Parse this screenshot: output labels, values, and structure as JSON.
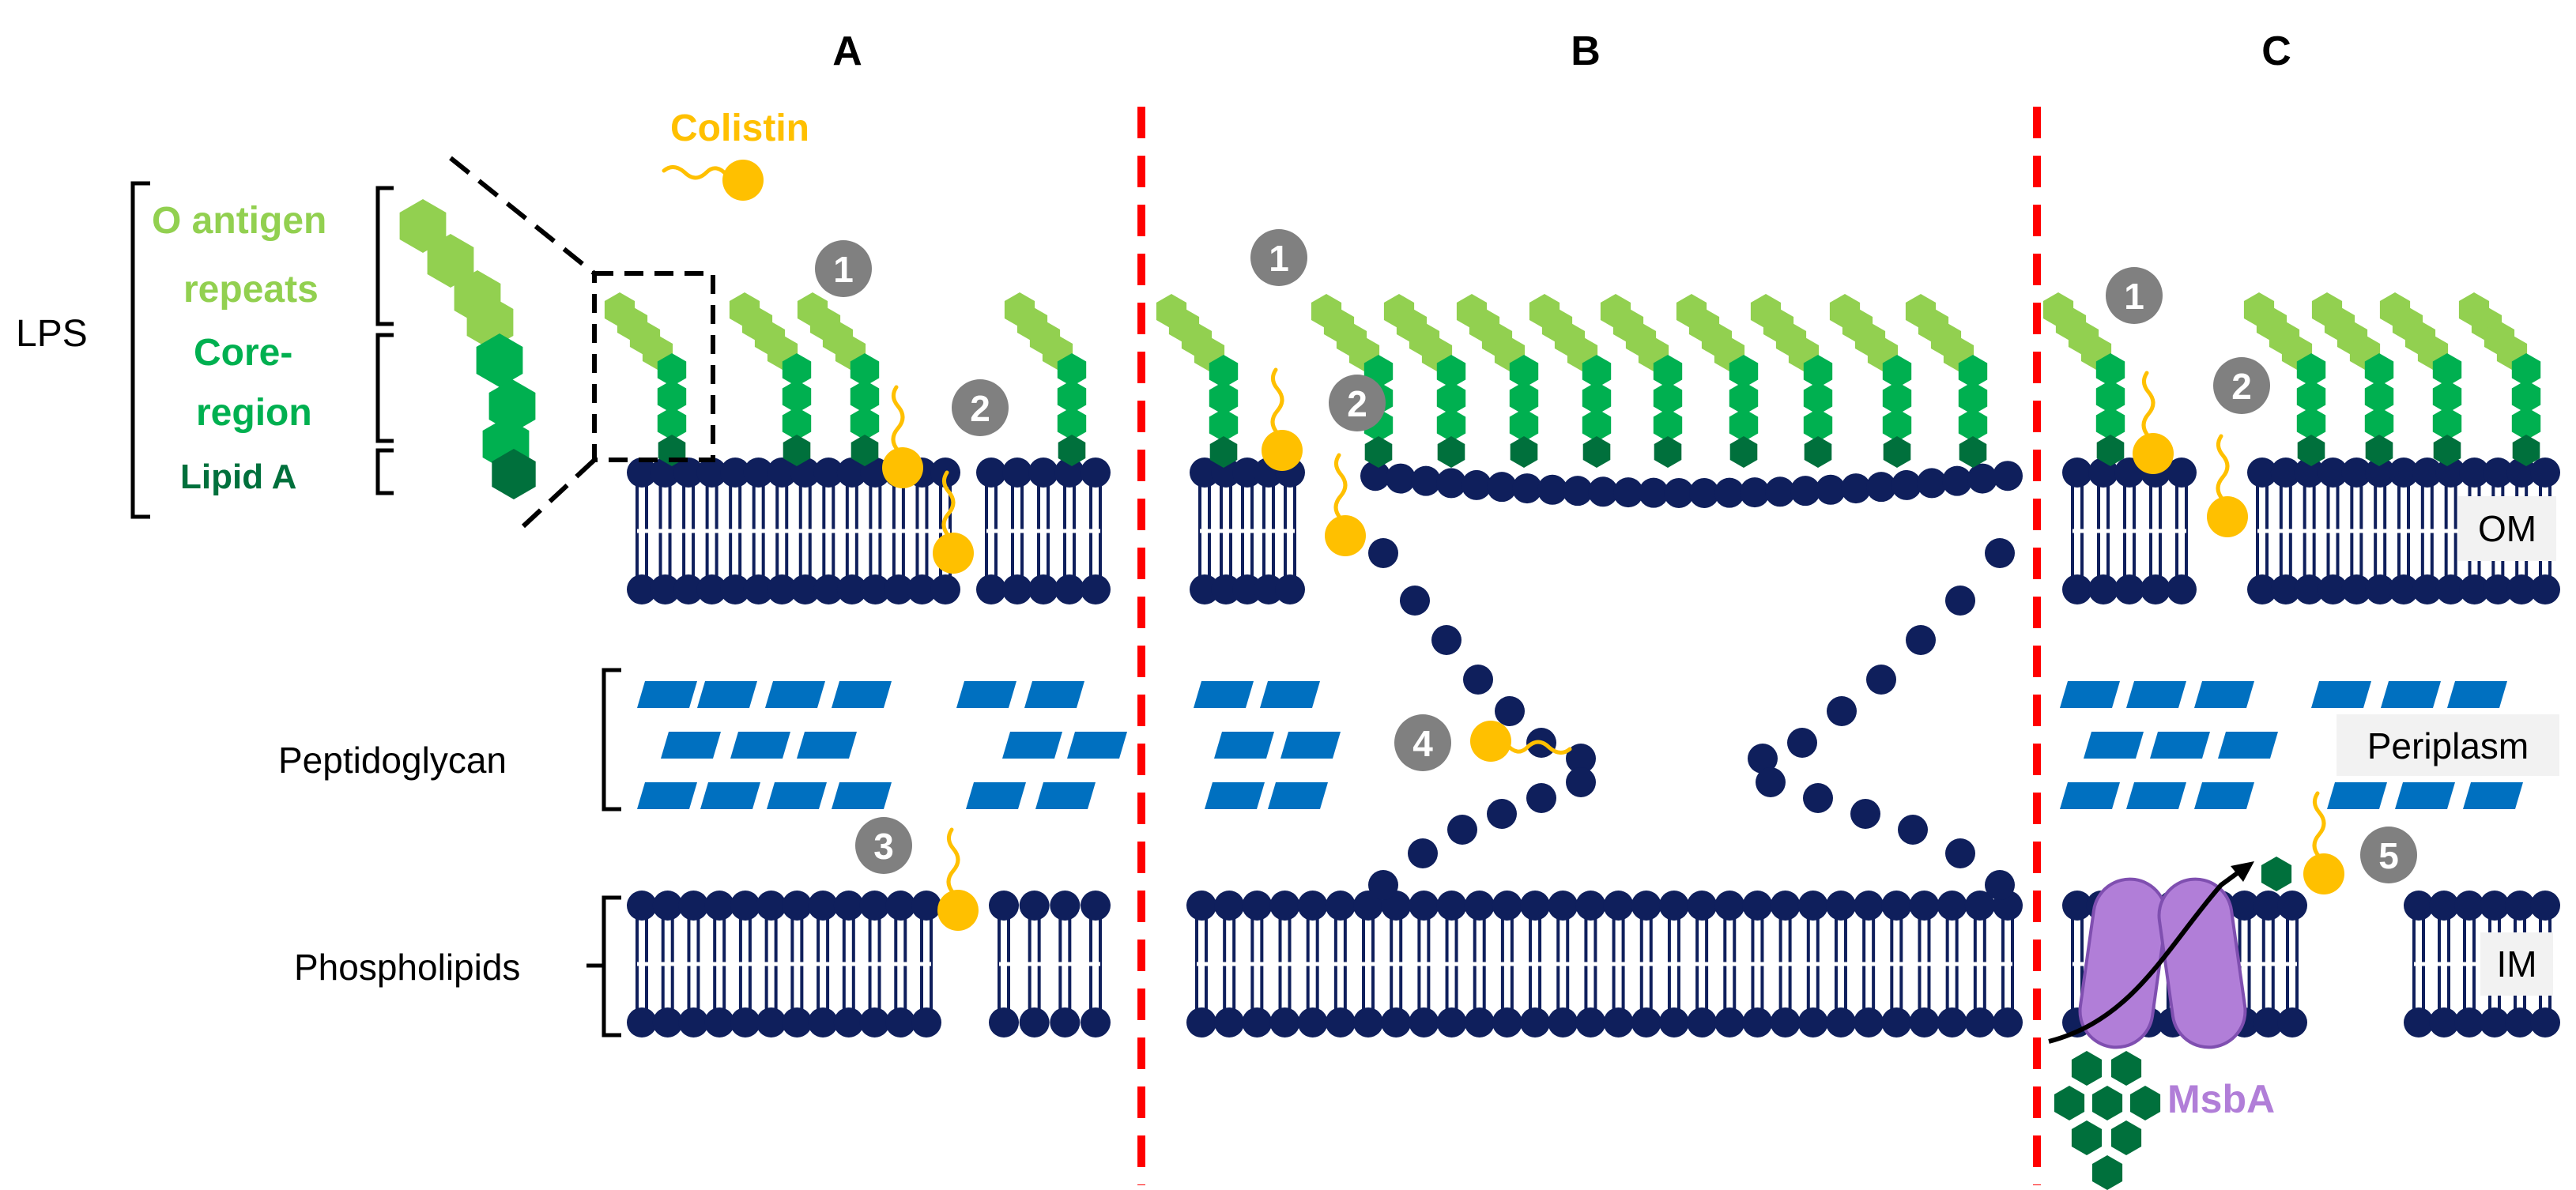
{
  "panels": {
    "a": "A",
    "b": "B",
    "c": "C"
  },
  "labels": {
    "colistin": "Colistin",
    "lps": "LPS",
    "o_antigen_line1": "O antigen",
    "o_antigen_line2": "repeats",
    "core_line1": "Core-",
    "core_line2": "region",
    "lipid_a": "Lipid A",
    "peptidoglycan": "Peptidoglycan",
    "phospholipids": "Phospholipids",
    "om": "OM",
    "periplasm": "Periplasm",
    "im": "IM",
    "msba": "MsbA"
  },
  "steps": {
    "s1": "1",
    "s2": "2",
    "s3": "3",
    "s4": "4",
    "s5": "5"
  },
  "colors": {
    "lipid_head": "#0f1f5c",
    "o_antigen": "#92d050",
    "core": "#00b050",
    "lipid_a": "#00703c",
    "colistin": "#ffc000",
    "peptidoglycan": "#0070c0",
    "divider": "#ff0000",
    "step_badge": "#808080",
    "msba": "#b17ed8"
  }
}
